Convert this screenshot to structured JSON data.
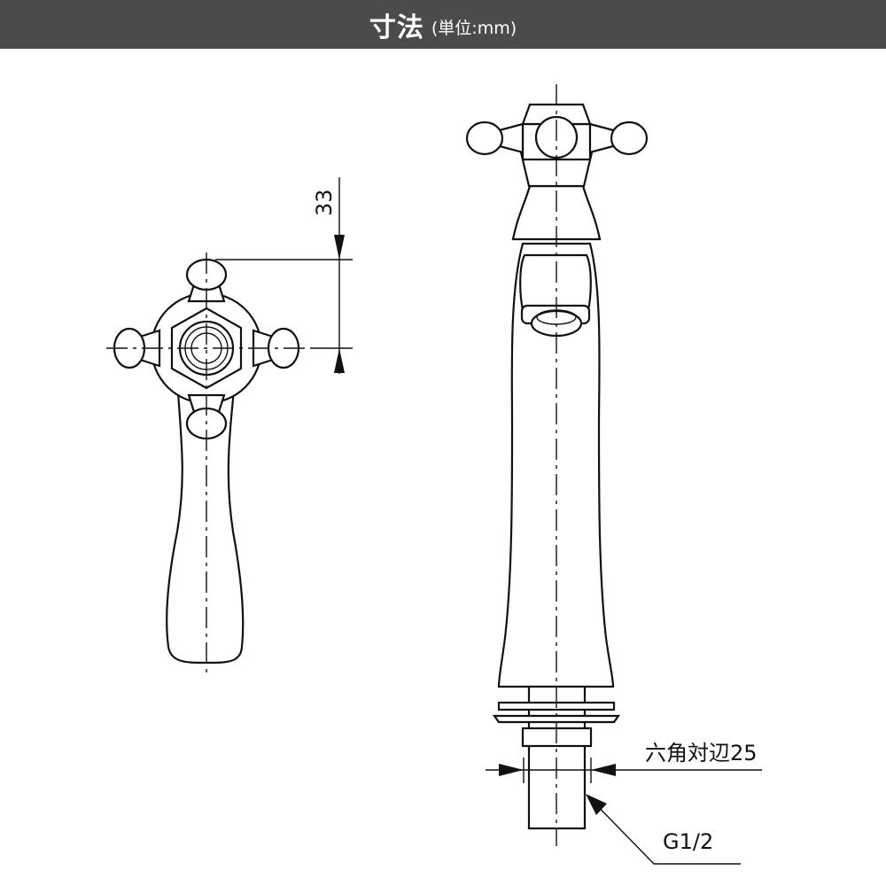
{
  "header": {
    "title": "寸法",
    "unit": "(単位:mm)",
    "background": "#4b4b4b"
  },
  "dimensions": {
    "handle_height": "33",
    "hex_width": "六角対辺25",
    "thread": "G1/2"
  }
}
